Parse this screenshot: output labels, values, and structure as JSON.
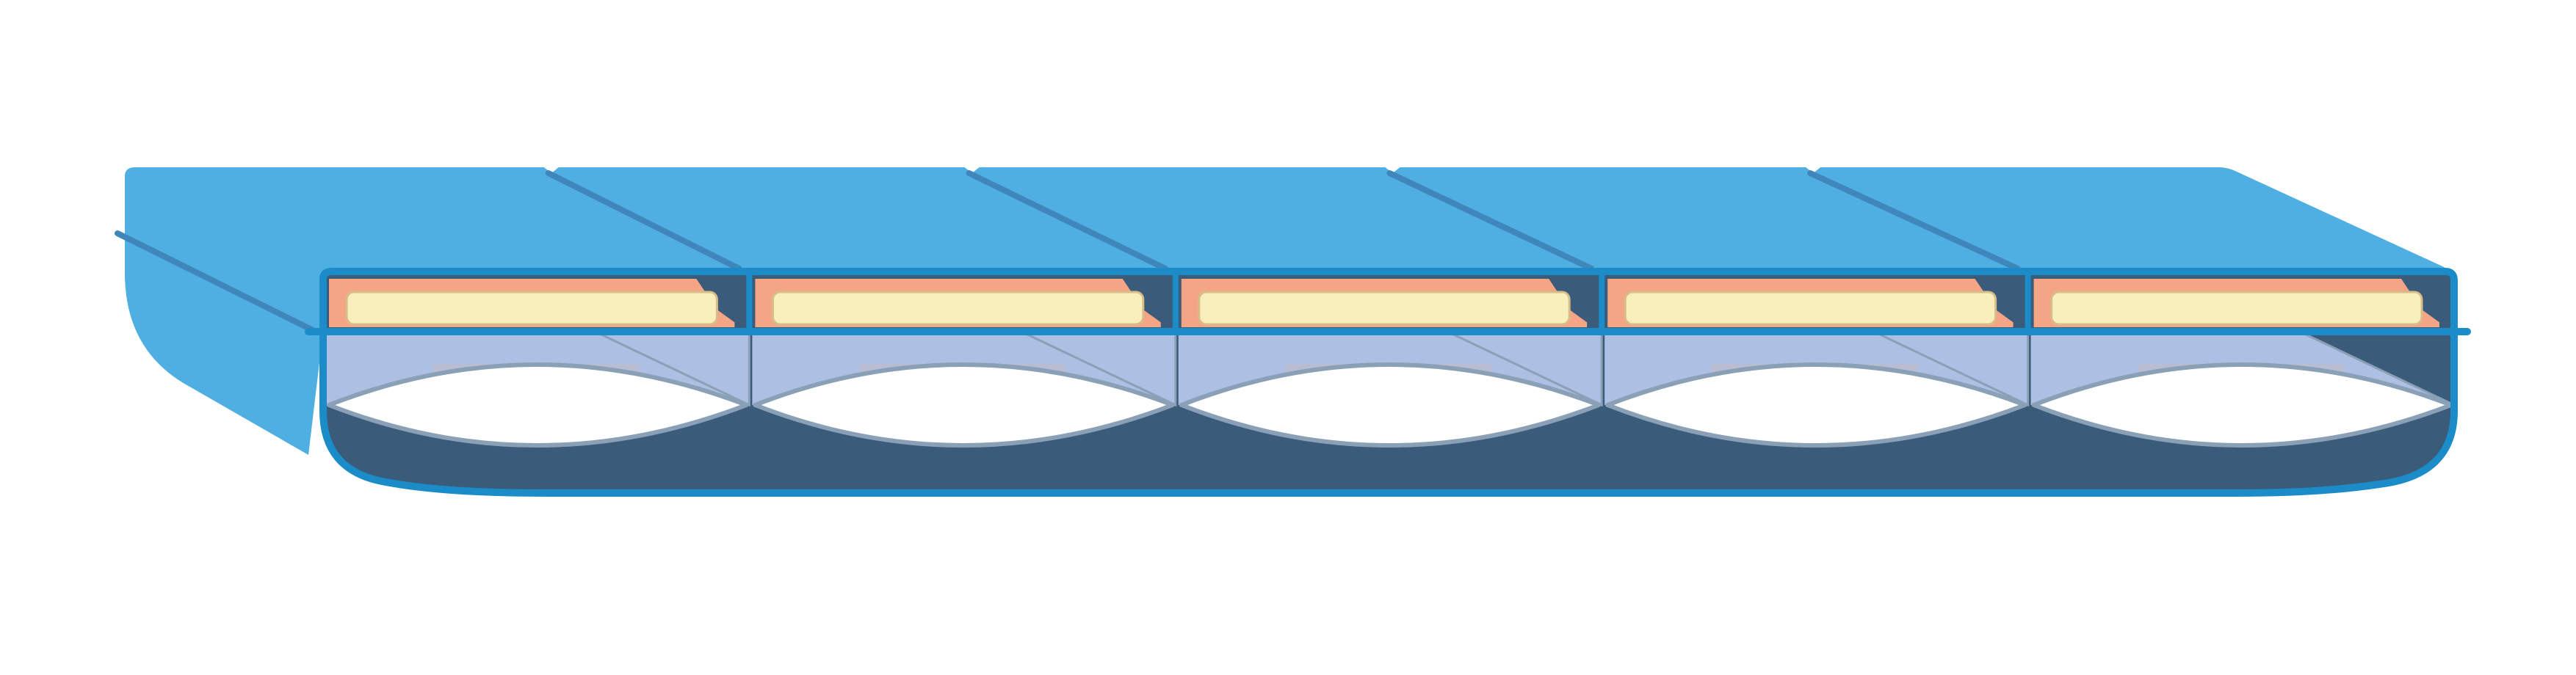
{
  "diagram": {
    "description_visible_text": "",
    "colors": {
      "background": "#ffffff",
      "shell_top": "#4faee2",
      "shell_outline": "#1b8cc8",
      "fold_line": "#3f86bb",
      "inner_dark": "#3a5b79",
      "inner_light": "#adbfe3",
      "band_shadow": "#b8bdd3",
      "pad_orange": "#f4a585",
      "pad_cream": "#f8efbd",
      "pad_cream_stroke": "#d8bd88",
      "pillow_fill": "#ffffff",
      "pillow_stroke": "#8aa0b6"
    },
    "segments": [
      {
        "id": 1
      },
      {
        "id": 2
      },
      {
        "id": 3
      },
      {
        "id": 4
      },
      {
        "id": 5
      }
    ]
  }
}
